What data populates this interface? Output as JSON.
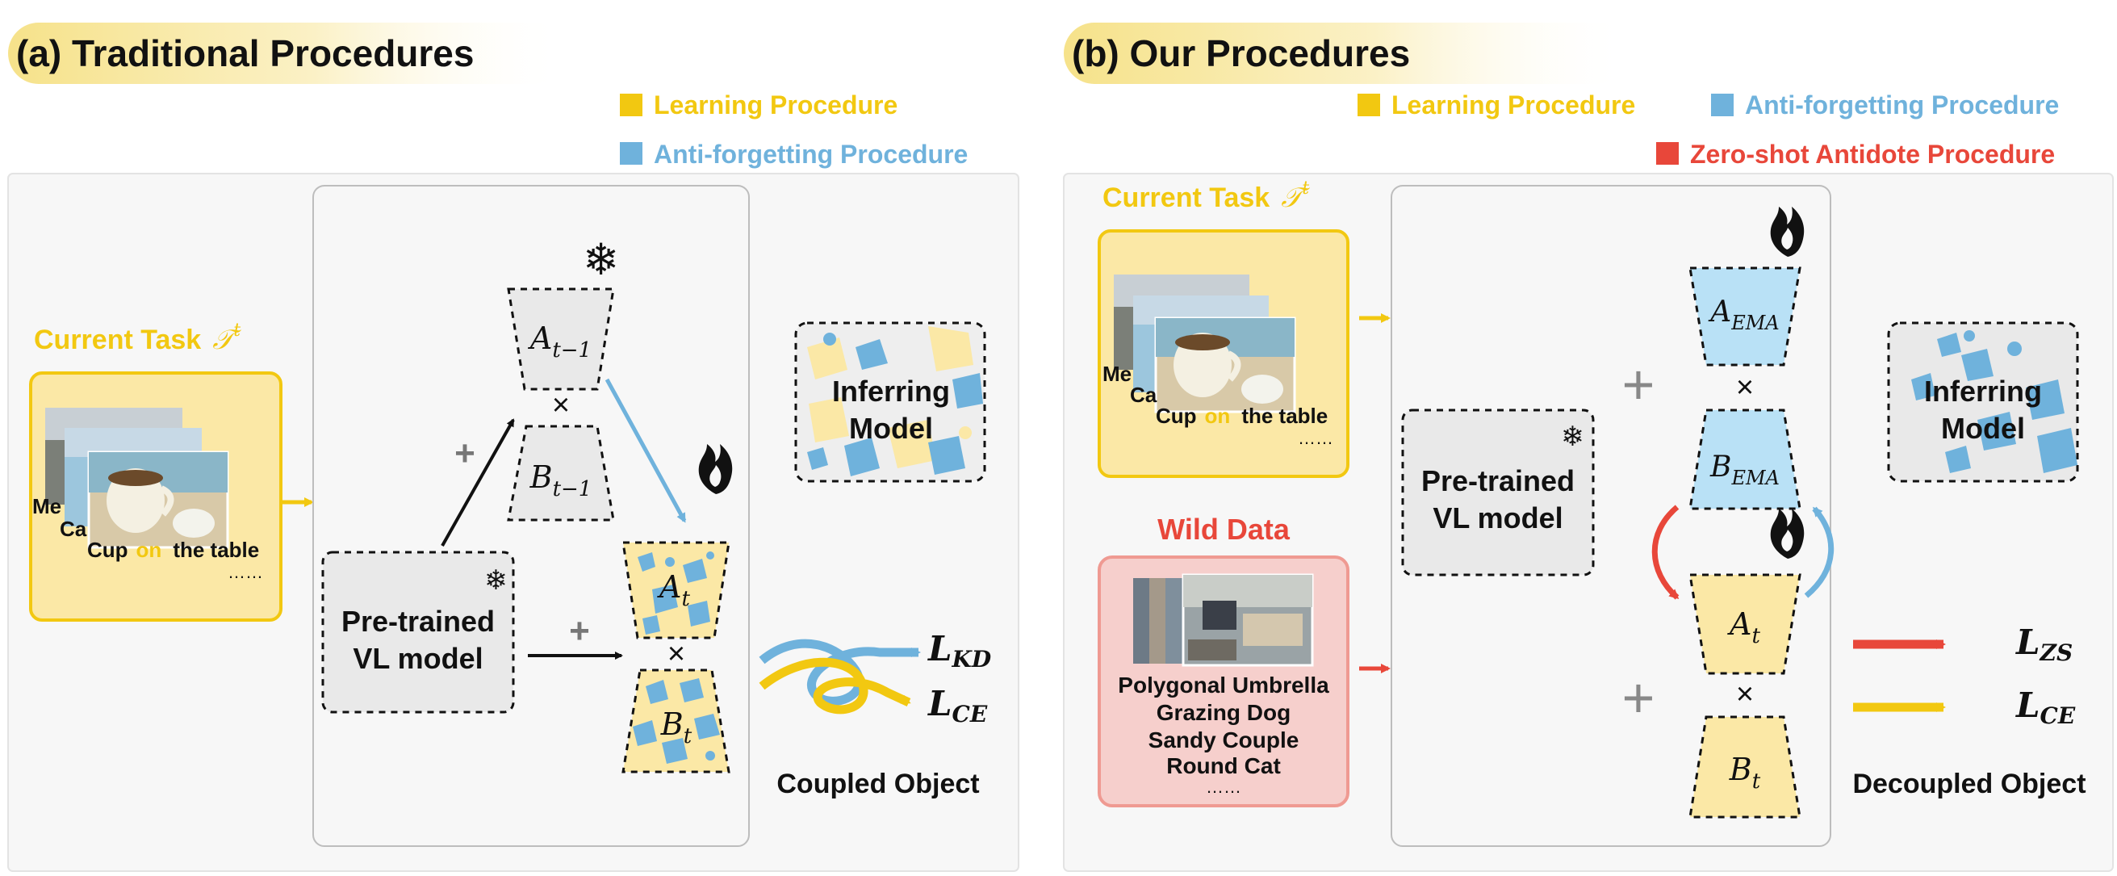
{
  "colors": {
    "learning": "#f2c811",
    "anti_forgetting": "#6fb2dc",
    "antidote": "#e8473a",
    "module_yellow": "#fbe8a6",
    "module_blue": "#b9e1f6",
    "panel_gray": "#f7f7f7",
    "box_gray": "#e9e9e9",
    "wild_red": "#f4c2bf"
  },
  "panel_a": {
    "title": "(a) Traditional Procedures",
    "legend_learning": "Learning Procedure",
    "legend_anti": "Anti-forgetting Procedure",
    "current_task_label": "Current  Task",
    "task_symbol": "𝒯",
    "task_superscript": "t",
    "task_caption_1": "Me",
    "task_caption_2": "Ca",
    "task_caption_3a": "Cup",
    "task_caption_3b": "on",
    "task_caption_3c": "the table",
    "task_ellipsis": "……",
    "vl_model_line1": "Pre-trained",
    "vl_model_line2": "VL model",
    "plus_1": "+",
    "plus_2": "+",
    "times_1": "×",
    "times_2": "×",
    "a_prev": "A",
    "a_prev_sub": "t−1",
    "b_prev": "B",
    "b_prev_sub": "t−1",
    "a_cur": "A",
    "a_cur_sub": "t",
    "b_cur": "B",
    "b_cur_sub": "t",
    "inferring_line1": "Inferring",
    "inferring_line2": "Model",
    "loss_kd": "L",
    "loss_kd_sub": "KD",
    "loss_ce": "L",
    "loss_ce_sub": "CE",
    "coupled_label": "Coupled Object"
  },
  "panel_b": {
    "title": "(b) Our Procedures",
    "legend_learning": "Learning Procedure",
    "legend_anti": "Anti-forgetting Procedure",
    "legend_antidote": "Zero-shot Antidote Procedure",
    "current_task_label": "Current  Task",
    "task_symbol": "𝒯",
    "task_superscript": "t",
    "task_caption_1": "Me",
    "task_caption_2": "Ca",
    "task_caption_3a": "Cup",
    "task_caption_3b": "on",
    "task_caption_3c": "the table",
    "task_ellipsis": "……",
    "wild_title": "Wild Data",
    "wild_items": [
      "Polygonal Umbrella",
      "Grazing Dog",
      "Sandy Couple",
      "Round Cat"
    ],
    "wild_ellipsis": "……",
    "vl_model_line1": "Pre-trained",
    "vl_model_line2": "VL model",
    "plus_1": "+",
    "plus_2": "+",
    "times_1": "×",
    "times_2": "×",
    "a_ema": "A",
    "a_ema_sub": "EMA",
    "b_ema": "B",
    "b_ema_sub": "EMA",
    "a_cur": "A",
    "a_cur_sub": "t",
    "b_cur": "B",
    "b_cur_sub": "t",
    "inferring_line1": "Inferring",
    "inferring_line2": "Model",
    "loss_zs": "L",
    "loss_zs_sub": "ZS",
    "loss_ce": "L",
    "loss_ce_sub": "CE",
    "decoupled_label": "Decoupled Object"
  }
}
